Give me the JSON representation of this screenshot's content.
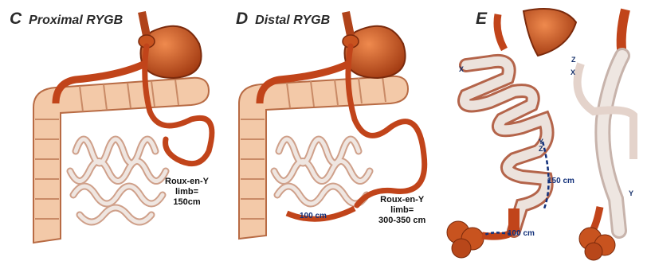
{
  "panels": [
    {
      "letter": "C",
      "title": "Proximal RYGB",
      "limb_label": [
        "Roux-en-Y",
        "limb=",
        "150cm"
      ]
    },
    {
      "letter": "D",
      "title": "Distal RYGB",
      "limb_label": [
        "Roux-en-Y",
        "limb=",
        "300-350 cm"
      ],
      "common_channel": "100 cm"
    },
    {
      "letter": "E",
      "title": "",
      "limb_length": "150 cm",
      "common_channel": "100 cm",
      "markers": [
        "X",
        "Y",
        "Z"
      ]
    }
  ],
  "colors": {
    "stomach": "#c8531f",
    "small_bowel": "#e9ded8",
    "colon": "#f3c9a8",
    "limb": "#c1441a",
    "annotation": "#12307a"
  }
}
